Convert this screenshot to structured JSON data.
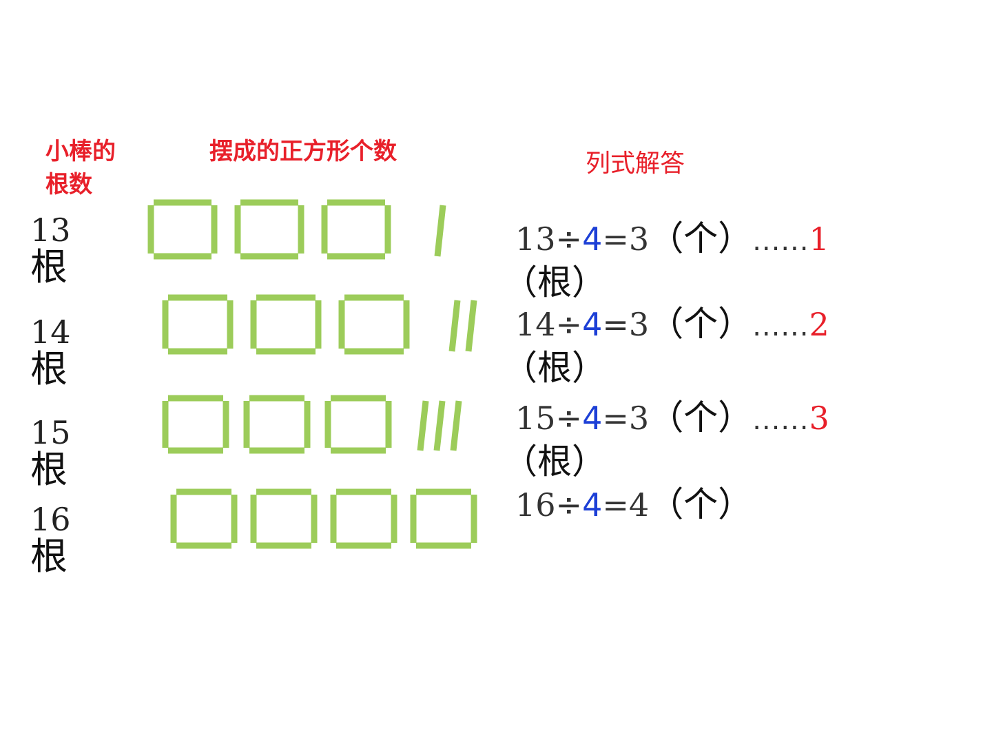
{
  "headers": {
    "count_label_line1": "小棒的",
    "count_label_line2": "根数",
    "squares_label": "摆成的正方形个数",
    "solution_label": "列式解答"
  },
  "rows": [
    {
      "count": "13",
      "unit": "根",
      "squares": 3,
      "leftover_sticks": 1,
      "eq": {
        "dividend": "13",
        "op": "÷",
        "divisor": "4",
        "eq_result": "=3",
        "unit_open": "（个）",
        "dots": "......",
        "remainder": "1",
        "rem_unit": "（根）"
      }
    },
    {
      "count": "14",
      "unit": "根",
      "squares": 3,
      "leftover_sticks": 2,
      "eq": {
        "dividend": "14",
        "op": "÷",
        "divisor": "4",
        "eq_result": "=3",
        "unit_open": "（个）",
        "dots": "......",
        "remainder": "2",
        "rem_unit": "（根）"
      }
    },
    {
      "count": "15",
      "unit": "根",
      "squares": 3,
      "leftover_sticks": 3,
      "eq": {
        "dividend": "15",
        "op": "÷",
        "divisor": "4",
        "eq_result": "=3",
        "unit_open": "（个）",
        "dots": "......",
        "remainder": "3",
        "rem_unit": "（根）"
      }
    },
    {
      "count": "16",
      "unit": "根",
      "squares": 4,
      "leftover_sticks": 0,
      "eq": {
        "dividend": "16",
        "op": "÷",
        "divisor": "4",
        "eq_result": "=4",
        "unit_open": "（个）"
      }
    }
  ],
  "colors": {
    "accent_red": "#e8202a",
    "divisor_blue": "#1c3fd6",
    "stick_green": "#9ccc5a"
  }
}
